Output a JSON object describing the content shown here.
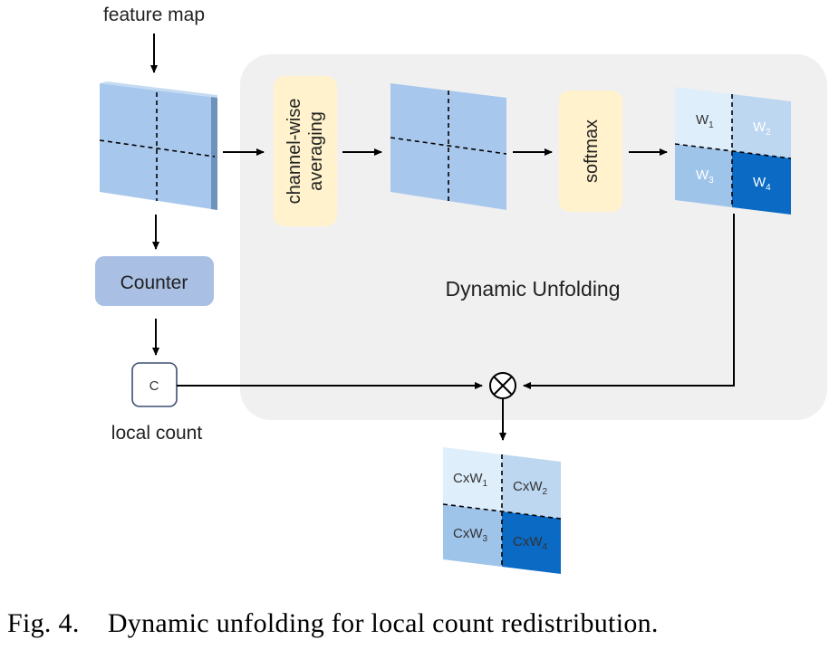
{
  "labels": {
    "feature_map": "feature map",
    "counter": "Counter",
    "channel_wise_line1": "channel-wise",
    "channel_wise_line2": "averaging",
    "softmax": "softmax",
    "dynamic_unfolding": "Dynamic Unfolding",
    "count_symbol": "C",
    "local_count": "local count",
    "multiply_symbol": "⊗"
  },
  "weights": {
    "w1": {
      "base": "W",
      "sub": "1"
    },
    "w2": {
      "base": "W",
      "sub": "2"
    },
    "w3": {
      "base": "W",
      "sub": "3"
    },
    "w4": {
      "base": "W",
      "sub": "4"
    }
  },
  "outputs": {
    "o1": {
      "base": "CxW",
      "sub": "1"
    },
    "o2": {
      "base": "CxW",
      "sub": "2"
    },
    "o3": {
      "base": "CxW",
      "sub": "3"
    },
    "o4": {
      "base": "CxW",
      "sub": "4"
    }
  },
  "caption": {
    "label": "Fig. 4.",
    "text": "Dynamic unfolding for local count redistribution."
  },
  "colors": {
    "panel": "#f0f0f0",
    "feature_map": "#a7c8ec",
    "feature_map_side": "#6f92bd",
    "counter_box": "#a9bfe3",
    "yellow_box": "#fff2cc",
    "tint_lightest": "#deeefb",
    "tint_light": "#bdd7f1",
    "tint_mid": "#9fc4ea",
    "tint_dark": "#0a6ac4"
  }
}
